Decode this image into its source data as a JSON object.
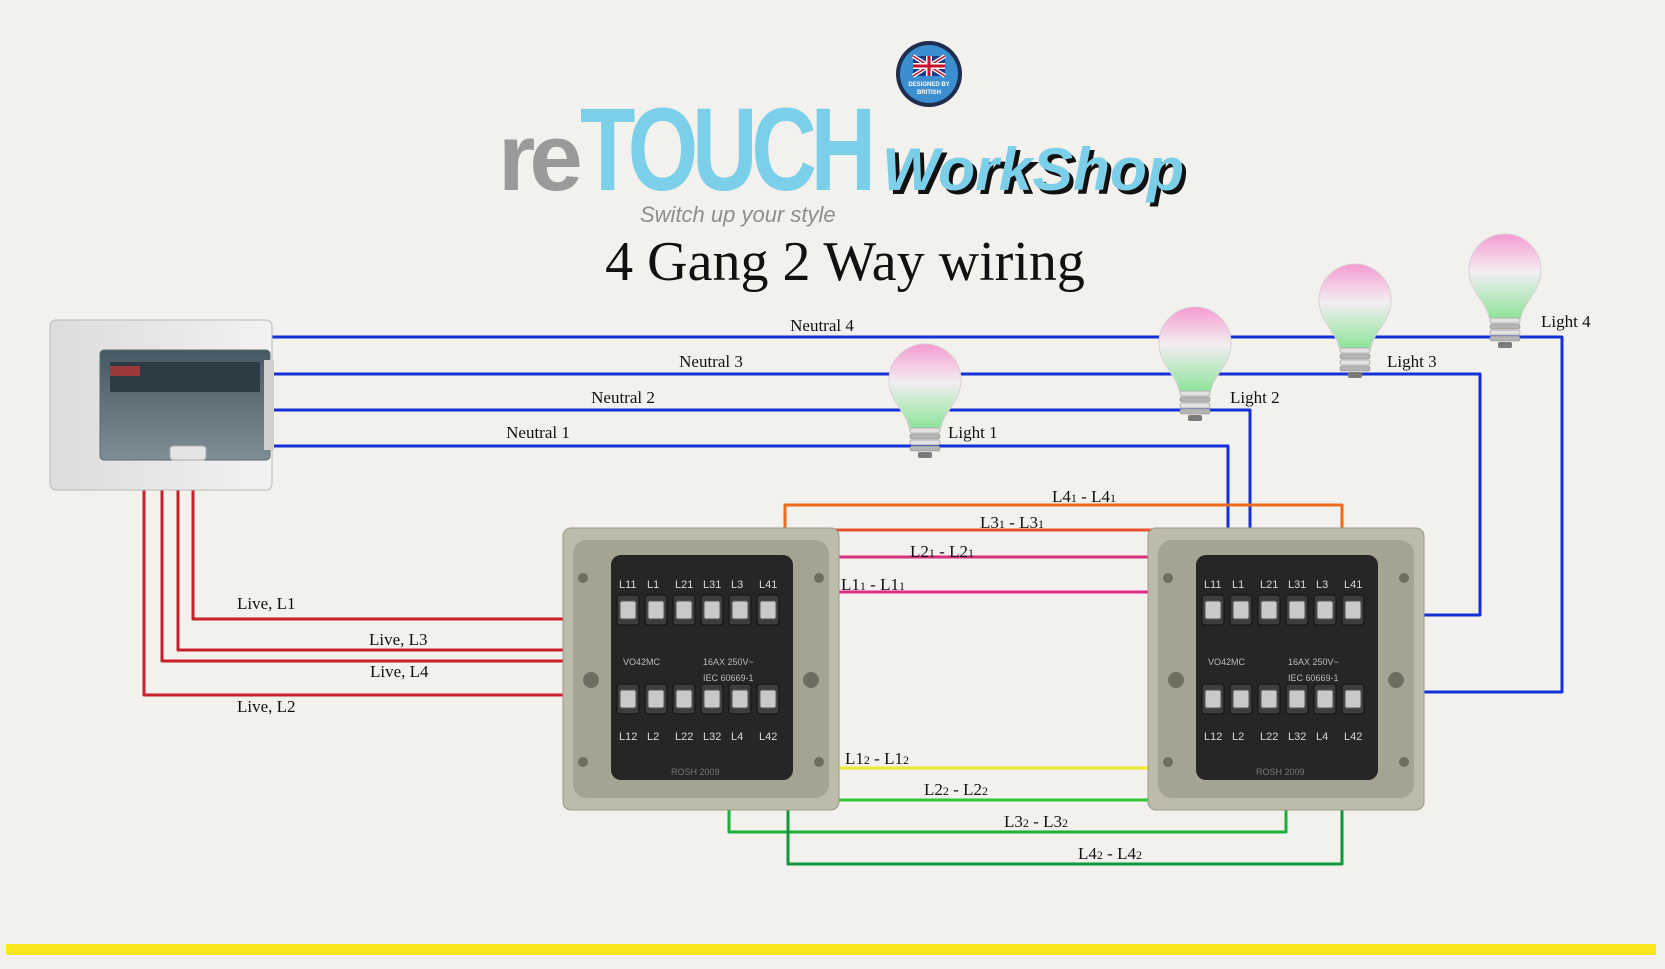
{
  "header": {
    "brand_prefix": "re",
    "brand_main": "TOUCH",
    "brand_suffix": "WorkShop",
    "tagline": "Switch up your style",
    "badge_text_1": "DESIGNED BY",
    "badge_text_2": "BRITISH",
    "title": "4 Gang 2 Way wiring"
  },
  "neutrals": [
    "Neutral 4",
    "Neutral 3",
    "Neutral 2",
    "Neutral 1"
  ],
  "lights": [
    "Light 1",
    "Light 2",
    "Light 3",
    "Light 4"
  ],
  "lives": [
    "Live, L1",
    "Live, L3",
    "Live, L4",
    "Live, L2"
  ],
  "strappers_top": [
    {
      "a": "L4",
      "s": "1",
      "b": "L4",
      "t": "1"
    },
    {
      "a": "L3",
      "s": "1",
      "b": "L3",
      "t": "1"
    },
    {
      "a": "L2",
      "s": "1",
      "b": "L2",
      "t": "1"
    },
    {
      "a": "L1",
      "s": "1",
      "b": "L1",
      "t": "1"
    }
  ],
  "strappers_bottom": [
    {
      "a": "L1",
      "s": "2",
      "b": "L1",
      "t": "2"
    },
    {
      "a": "L2",
      "s": "2",
      "b": "L2",
      "t": "2"
    },
    {
      "a": "L3",
      "s": "2",
      "b": "L3",
      "t": "2"
    },
    {
      "a": "L4",
      "s": "2",
      "b": "L4",
      "t": "2"
    }
  ],
  "switch_labels": {
    "top": [
      "L11",
      "L1",
      "L21",
      "L31",
      "L3",
      "L41"
    ],
    "bottom": [
      "L12",
      "L2",
      "L22",
      "L32",
      "L4",
      "L42"
    ],
    "mid1": "VO42MC",
    "mid2": "16AX 250V~",
    "mid3": "IEC 60669-1",
    "foot": "ROSH 2009"
  },
  "colors": {
    "neutral": "#1430d8",
    "live": "#c8202a",
    "l4_1": "#ee6a1c",
    "l3_1": "#e8502a",
    "l2_1": "#d6307e",
    "l1_1": "#e02a8a",
    "l1_2": "#f4e62a",
    "l2_2": "#2ec82e",
    "l3_2": "#1ab03a",
    "l4_2": "#12963a",
    "accent": "#7ccfe8",
    "bar": "#f8e81c"
  }
}
